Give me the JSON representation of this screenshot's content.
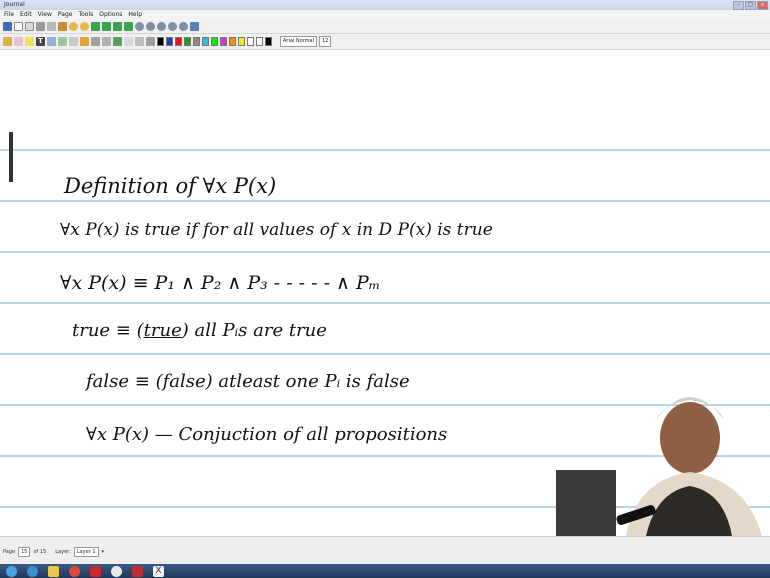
{
  "window": {
    "title": "Journal"
  },
  "menubar": {
    "items": [
      "File",
      "Edit",
      "View",
      "Page",
      "Tools",
      "Options",
      "Help"
    ]
  },
  "toolbar": {
    "icons": [
      "save-icon",
      "new-page-icon",
      "open-icon",
      "cut-icon",
      "copy-icon",
      "paste-icon",
      "undo-icon",
      "redo-icon",
      "first-page-icon",
      "prev-page-icon",
      "next-page-icon",
      "last-page-icon",
      "zoom-in-icon",
      "zoom-out-icon",
      "zoom-100-icon",
      "zoom-width-icon",
      "zoom-height-icon",
      "refresh-icon"
    ],
    "pen_colors": [
      "#000000",
      "#1b3bd1",
      "#e01b1b",
      "#17a317",
      "#8a8a8a",
      "#22c0e8",
      "#16e816",
      "#d82fd8",
      "#f28f1a",
      "#eeee10",
      "#ffffff",
      "#ffffff",
      "#000000"
    ],
    "font_name": "Arial Normal",
    "font_size": "12"
  },
  "notes": {
    "line1": "Definition of ∀x P(x)",
    "line2": "∀x P(x) is true if for all values of x in D P(x) is true",
    "line3": "∀x P(x) ≡ P₁ ∧ P₂ ∧ P₃ - - - - - ∧ Pₘ",
    "line4a": "true ≡ (",
    "line4b": "true",
    "line4c": ") all Pᵢs are true",
    "line5": "false ≡ (false) atleast one Pᵢ is false",
    "line6": "∀x P(x) — Conjuction of all propositions"
  },
  "statusbar": {
    "page_label": "Page",
    "page_value": "15",
    "page_total": "of 15",
    "layer_label": "Layer:",
    "layer_value": "Layer 1"
  },
  "colors": {
    "rule_line": "#b7d4ee",
    "ink": "#111111",
    "taskbar": "#2a456e"
  }
}
